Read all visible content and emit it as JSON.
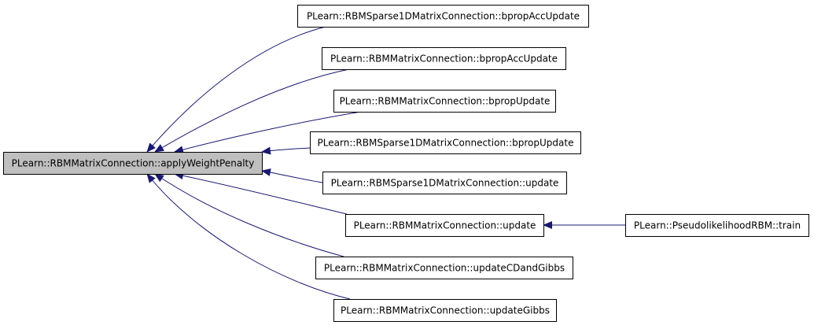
{
  "graph": {
    "colors": {
      "edge": "#191970",
      "node_fill": "#ffffff",
      "root_fill": "#bfbfbf",
      "border": "#000000"
    },
    "nodes": [
      {
        "id": "root",
        "label": "PLearn::RBMMatrixConnection::applyWeightPenalty",
        "highlighted": true
      },
      {
        "id": "n1",
        "label": "PLearn::RBMSparse1DMatrixConnection::bpropAccUpdate"
      },
      {
        "id": "n2",
        "label": "PLearn::RBMMatrixConnection::bpropAccUpdate"
      },
      {
        "id": "n3",
        "label": "PLearn::RBMMatrixConnection::bpropUpdate"
      },
      {
        "id": "n4",
        "label": "PLearn::RBMSparse1DMatrixConnection::bpropUpdate"
      },
      {
        "id": "n5",
        "label": "PLearn::RBMSparse1DMatrixConnection::update"
      },
      {
        "id": "n6",
        "label": "PLearn::RBMMatrixConnection::update"
      },
      {
        "id": "n7",
        "label": "PLearn::PseudolikelihoodRBM::train"
      },
      {
        "id": "n8",
        "label": "PLearn::RBMMatrixConnection::updateCDandGibbs"
      },
      {
        "id": "n9",
        "label": "PLearn::RBMMatrixConnection::updateGibbs"
      }
    ],
    "edges": [
      {
        "from": "n1",
        "to": "root"
      },
      {
        "from": "n2",
        "to": "root"
      },
      {
        "from": "n3",
        "to": "root"
      },
      {
        "from": "n4",
        "to": "root"
      },
      {
        "from": "n5",
        "to": "root"
      },
      {
        "from": "n6",
        "to": "root"
      },
      {
        "from": "n8",
        "to": "root"
      },
      {
        "from": "n9",
        "to": "root"
      },
      {
        "from": "n7",
        "to": "n6"
      }
    ]
  }
}
